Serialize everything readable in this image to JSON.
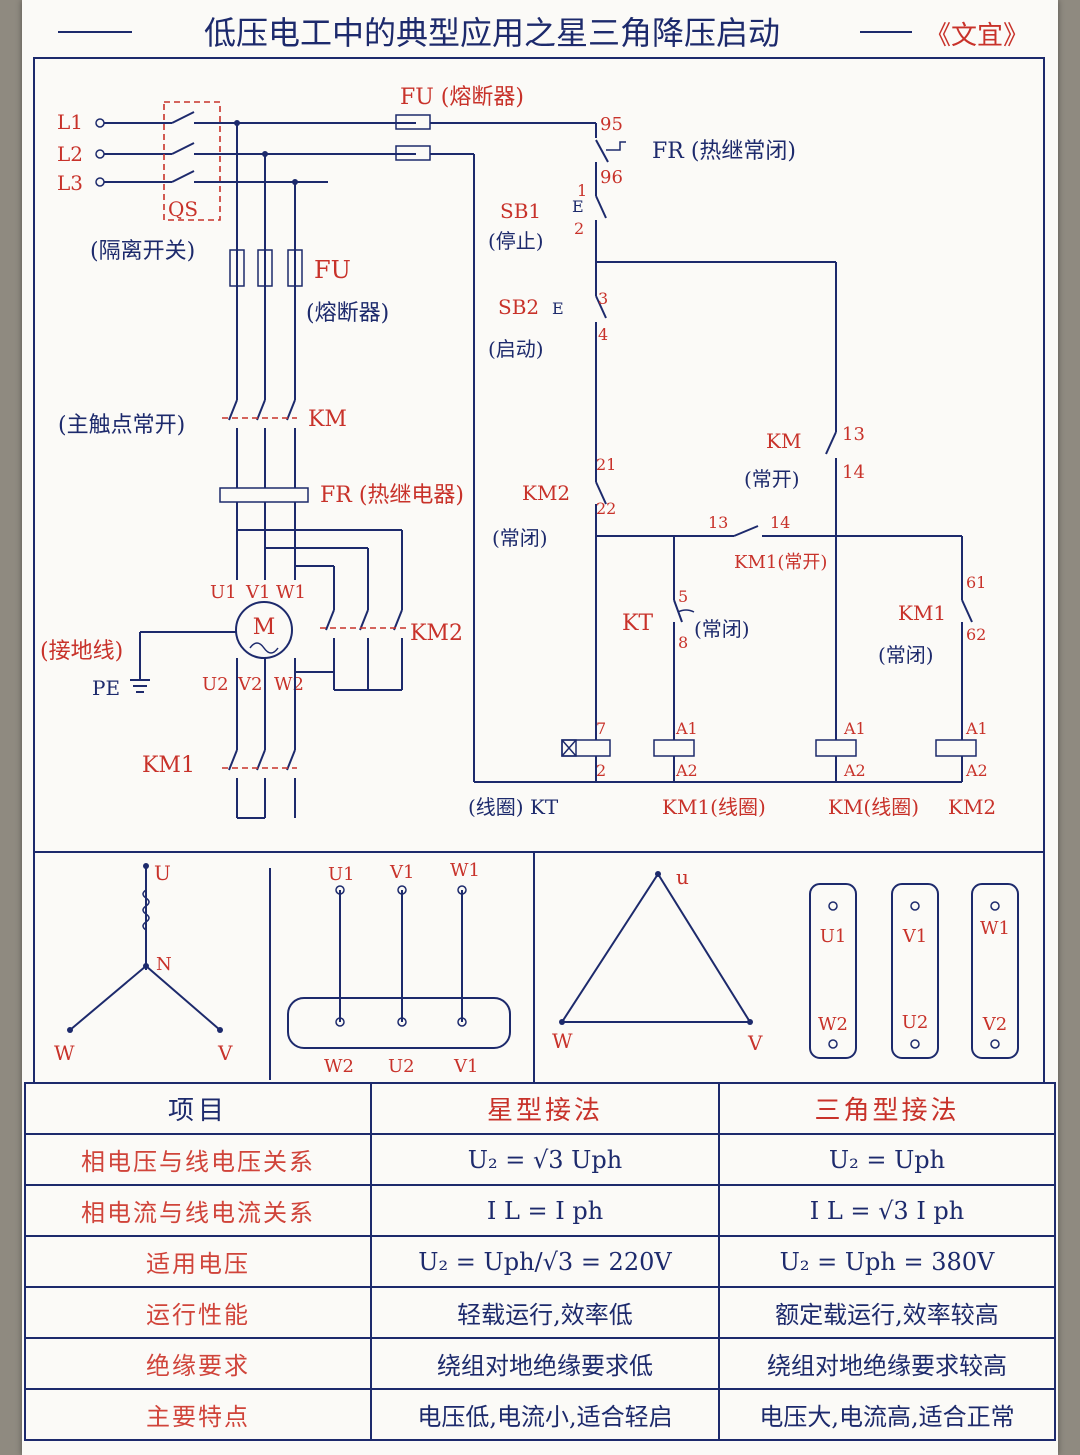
{
  "title": "低压电工中的典型应用之星三角降压启动",
  "author": "《文宜》",
  "main": {
    "L1": "L1",
    "L2": "L2",
    "L3": "L3",
    "QS": "QS",
    "isolator": "(隔离开关)",
    "fu_top": "FU (熔断器)",
    "fu_main": "FU",
    "fu_main_sub": "(熔断器)",
    "km_main_contact": "(主触点常开)",
    "km": "KM",
    "fr_main": "FR (热继电器)",
    "U1": "U1",
    "V1": "V1",
    "W1": "W1",
    "U2": "U2",
    "V2": "V2",
    "W2": "W2",
    "motor": "M",
    "ground": "(接地线)",
    "PE": "PE",
    "km2": "KM2",
    "km1": "KM1"
  },
  "control": {
    "n95": "95",
    "n96": "96",
    "fr_nc": "FR (热继常闭)",
    "n1": "1",
    "n2": "2",
    "sb1": "SB1",
    "stop": "(停止)",
    "n3": "3",
    "n4": "4",
    "sb2": "SB2",
    "start": "(启动)",
    "km_aux": "KM",
    "no_a": "(常开)",
    "n13a": "13",
    "n14a": "14",
    "n21": "21",
    "n22": "22",
    "km2_nc": "KM2",
    "nc_a": "(常闭)",
    "n13b": "13",
    "n14b": "14",
    "km1_no": "KM1(常开)",
    "n5": "5",
    "n8": "8",
    "kt": "KT",
    "nc_b": "(常闭)",
    "n61": "61",
    "n62": "62",
    "km1_nc": "KM1",
    "nc_c": "(常闭)",
    "n7": "7",
    "n2b": "2",
    "A1": "A1",
    "A2": "A2",
    "coil_kt": "(线圈) KT",
    "coil_km1": "KM1(线圈)",
    "coil_km": "KM(线圈)",
    "coil_km2": "KM2"
  },
  "connections": {
    "U": "U",
    "N": "N",
    "W": "W",
    "V": "V",
    "t_U1": "U1",
    "t_V1": "V1",
    "t_W1": "W1",
    "t_W2": "W2",
    "t_U2": "U2",
    "t_V1b": "V1",
    "d_U": "u",
    "d_W": "W",
    "d_V": "V",
    "b_U1": "U1",
    "b_V1": "V1",
    "b_W1": "W1",
    "b_W2": "W2",
    "b_U2": "U2",
    "b_V2": "V2"
  },
  "table": {
    "headers": [
      "项目",
      "星型接法",
      "三角型接法"
    ],
    "rows": [
      [
        "相电压与线电压关系",
        "U₂ = √3 Uph",
        "U₂ = Uph"
      ],
      [
        "相电流与线电流关系",
        "I L = I ph",
        "I L = √3 I ph"
      ],
      [
        "适用电压",
        "U₂ = Uph/√3 = 220V",
        "U₂ = Uph = 380V"
      ],
      [
        "运行性能",
        "轻载运行,效率低",
        "额定载运行,效率较高"
      ],
      [
        "绝缘要求",
        "绕组对地绝缘要求低",
        "绕组对地绝缘要求较高"
      ],
      [
        "主要特点",
        "电压低,电流小,适合轻启",
        "电压大,电流高,适合正常"
      ]
    ]
  }
}
